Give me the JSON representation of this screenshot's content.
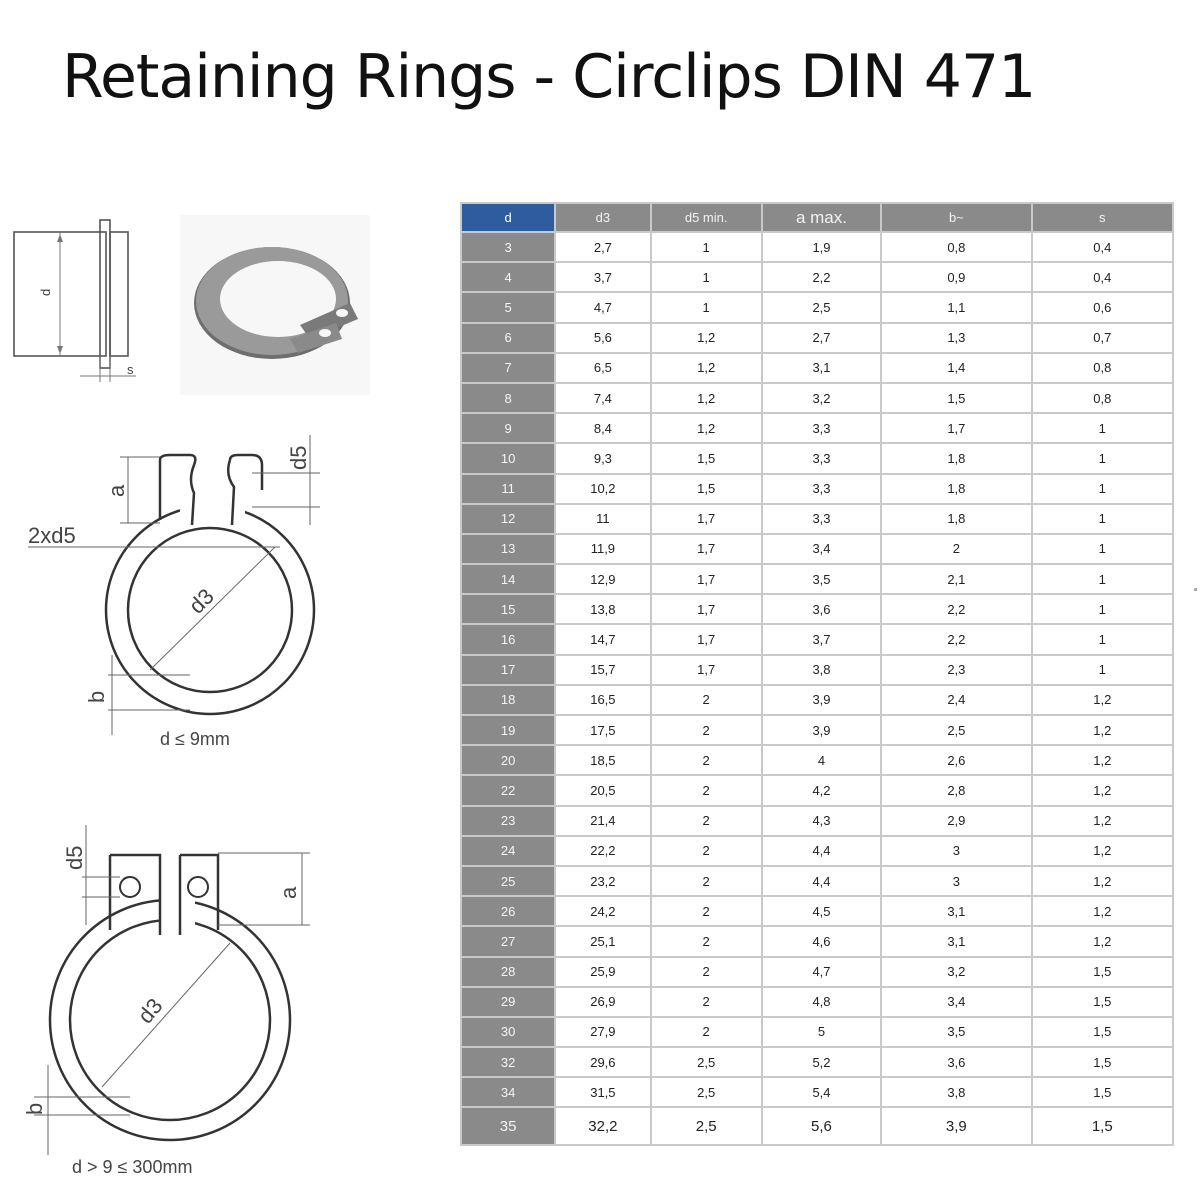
{
  "title": "Retaining Rings - Circlips DIN 471",
  "drawings": {
    "shaft_label_d": "d",
    "shaft_label_s": "s",
    "small_ring": {
      "label_a": "a",
      "label_d5": "d5",
      "label_2xd5": "2xd5",
      "label_d3": "d3",
      "label_b": "b",
      "caption": "d ≤ 9mm"
    },
    "large_ring": {
      "label_d5": "d5",
      "label_a": "a",
      "label_d3": "d3",
      "label_b": "b",
      "caption": "d > 9 ≤ 300mm"
    }
  },
  "table": {
    "headers": [
      "d",
      "d3",
      "d5 min.",
      "a max.",
      "b~",
      "s"
    ],
    "rows": [
      [
        "3",
        "2,7",
        "1",
        "1,9",
        "0,8",
        "0,4"
      ],
      [
        "4",
        "3,7",
        "1",
        "2,2",
        "0,9",
        "0,4"
      ],
      [
        "5",
        "4,7",
        "1",
        "2,5",
        "1,1",
        "0,6"
      ],
      [
        "6",
        "5,6",
        "1,2",
        "2,7",
        "1,3",
        "0,7"
      ],
      [
        "7",
        "6,5",
        "1,2",
        "3,1",
        "1,4",
        "0,8"
      ],
      [
        "8",
        "7,4",
        "1,2",
        "3,2",
        "1,5",
        "0,8"
      ],
      [
        "9",
        "8,4",
        "1,2",
        "3,3",
        "1,7",
        "1"
      ],
      [
        "10",
        "9,3",
        "1,5",
        "3,3",
        "1,8",
        "1"
      ],
      [
        "11",
        "10,2",
        "1,5",
        "3,3",
        "1,8",
        "1"
      ],
      [
        "12",
        "11",
        "1,7",
        "3,3",
        "1,8",
        "1"
      ],
      [
        "13",
        "11,9",
        "1,7",
        "3,4",
        "2",
        "1"
      ],
      [
        "14",
        "12,9",
        "1,7",
        "3,5",
        "2,1",
        "1"
      ],
      [
        "15",
        "13,8",
        "1,7",
        "3,6",
        "2,2",
        "1"
      ],
      [
        "16",
        "14,7",
        "1,7",
        "3,7",
        "2,2",
        "1"
      ],
      [
        "17",
        "15,7",
        "1,7",
        "3,8",
        "2,3",
        "1"
      ],
      [
        "18",
        "16,5",
        "2",
        "3,9",
        "2,4",
        "1,2"
      ],
      [
        "19",
        "17,5",
        "2",
        "3,9",
        "2,5",
        "1,2"
      ],
      [
        "20",
        "18,5",
        "2",
        "4",
        "2,6",
        "1,2"
      ],
      [
        "22",
        "20,5",
        "2",
        "4,2",
        "2,8",
        "1,2"
      ],
      [
        "23",
        "21,4",
        "2",
        "4,3",
        "2,9",
        "1,2"
      ],
      [
        "24",
        "22,2",
        "2",
        "4,4",
        "3",
        "1,2"
      ],
      [
        "25",
        "23,2",
        "2",
        "4,4",
        "3",
        "1,2"
      ],
      [
        "26",
        "24,2",
        "2",
        "4,5",
        "3,1",
        "1,2"
      ],
      [
        "27",
        "25,1",
        "2",
        "4,6",
        "3,1",
        "1,2"
      ],
      [
        "28",
        "25,9",
        "2",
        "4,7",
        "3,2",
        "1,5"
      ],
      [
        "29",
        "26,9",
        "2",
        "4,8",
        "3,4",
        "1,5"
      ],
      [
        "30",
        "27,9",
        "2",
        "5",
        "3,5",
        "1,5"
      ],
      [
        "32",
        "29,6",
        "2,5",
        "5,2",
        "3,6",
        "1,5"
      ],
      [
        "34",
        "31,5",
        "2,5",
        "5,4",
        "3,8",
        "1,5"
      ],
      [
        "35",
        "32,2",
        "2,5",
        "5,6",
        "3,9",
        "1,5"
      ]
    ]
  },
  "colors": {
    "header_first": "#2e5c9e",
    "header": "#8a8a8a",
    "key_column": "#8a8a8a",
    "grid": "#c9c9c9"
  }
}
